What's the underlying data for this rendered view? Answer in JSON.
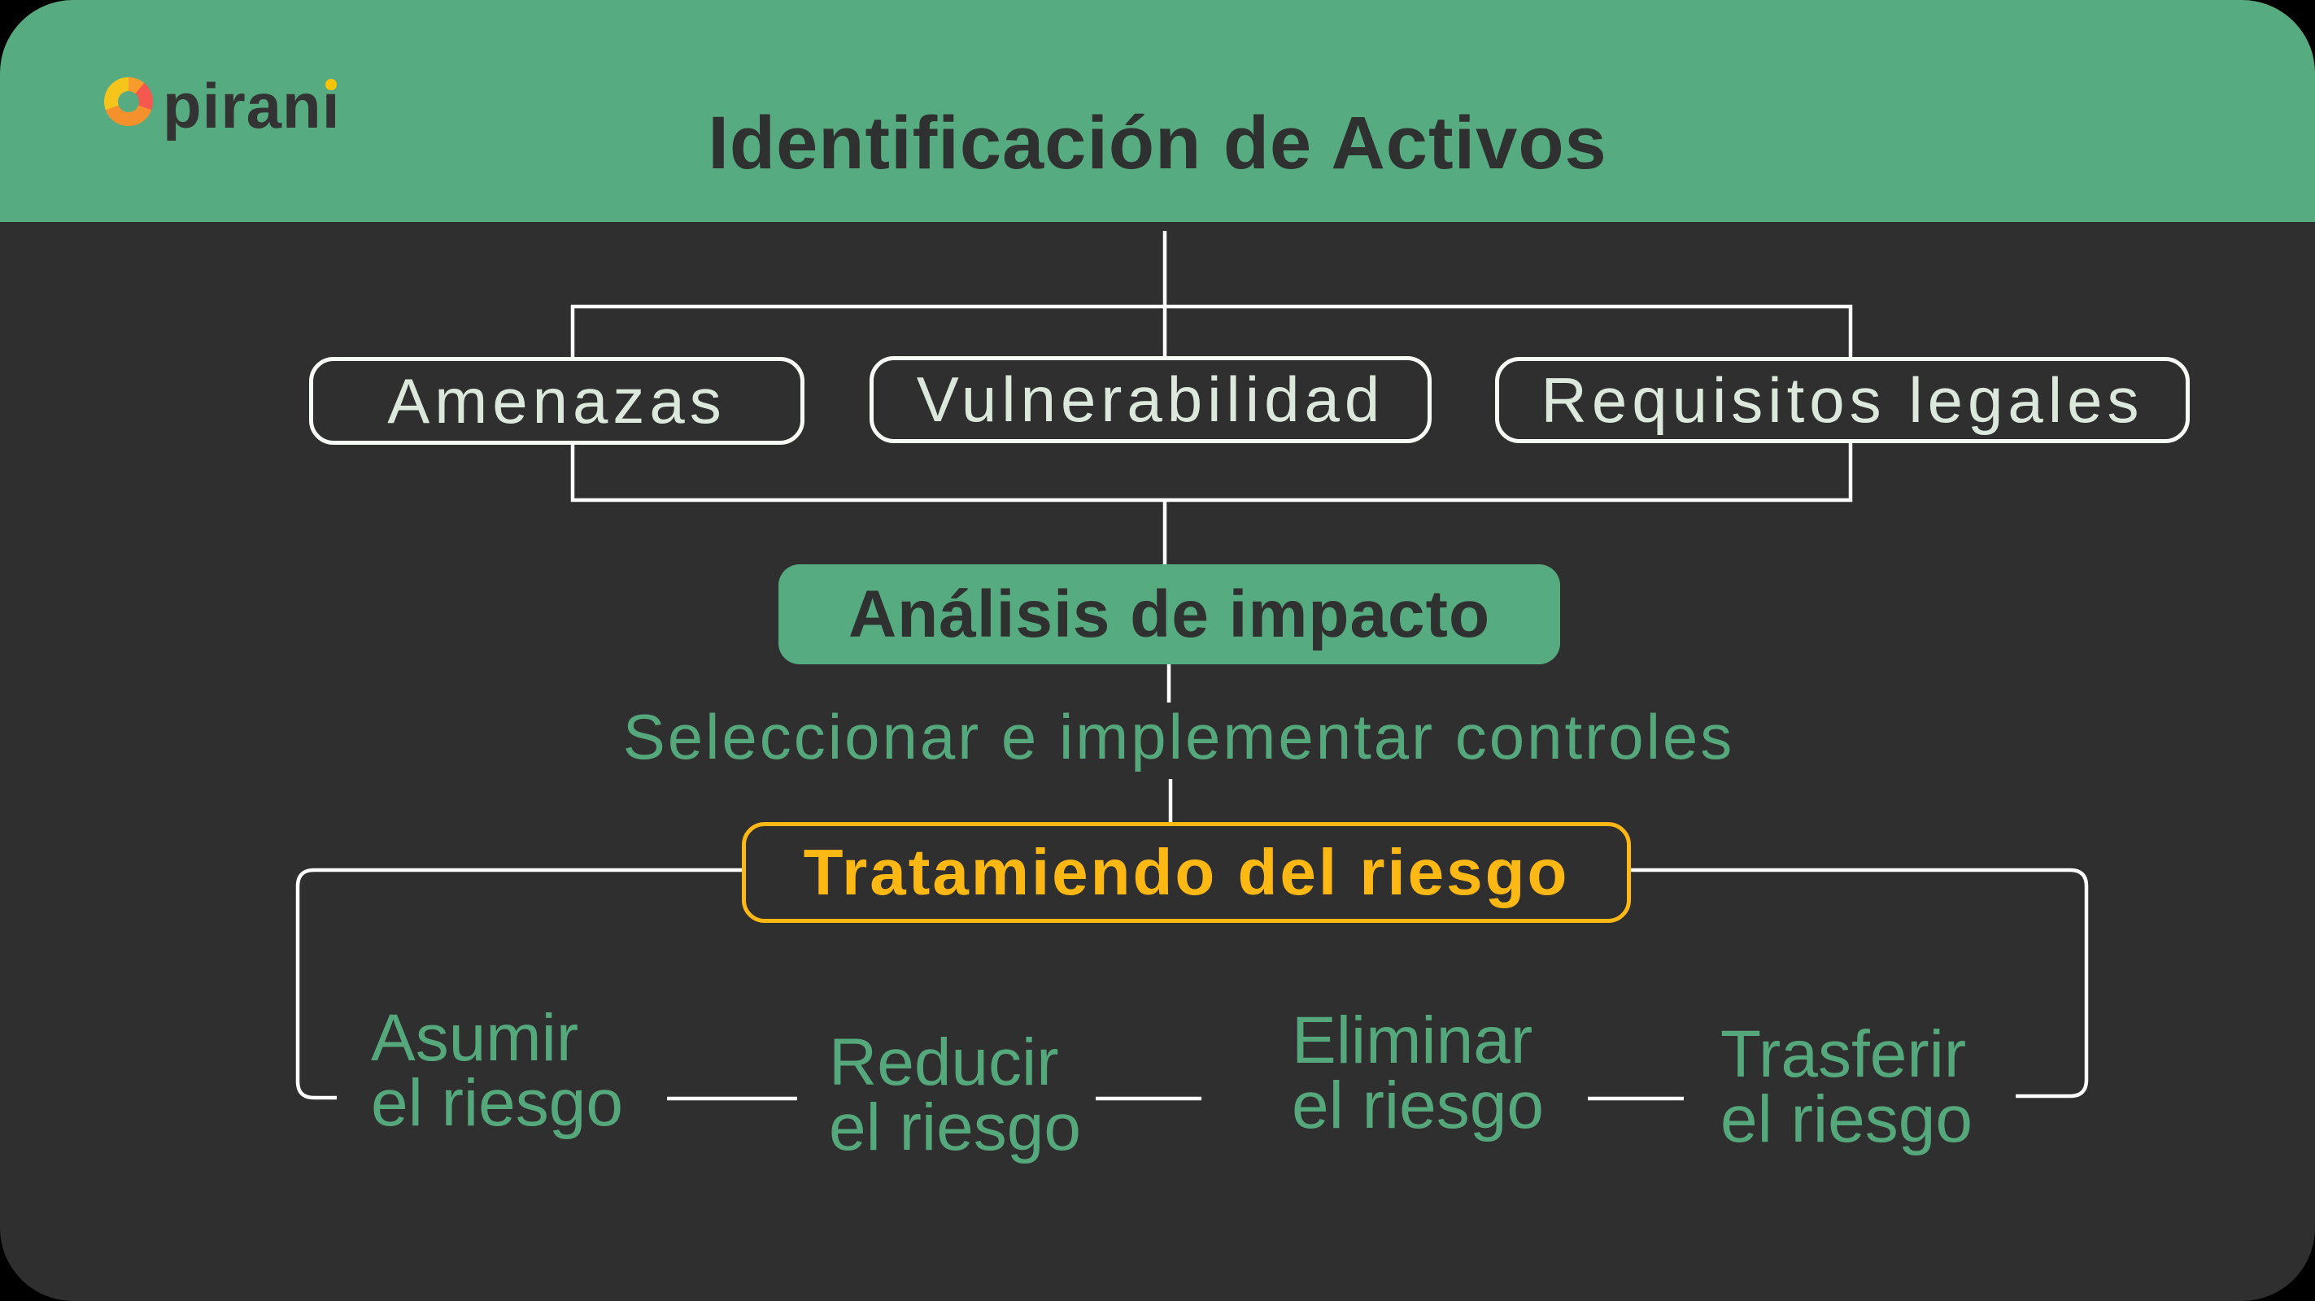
{
  "colors": {
    "outside_bg": "#000000",
    "card_bg": "#2f2f2f",
    "header_bg": "#57ab80",
    "brand_green": "#57ab80",
    "text_green": "#55a87c",
    "accent_yellow": "#fdb814",
    "pale_box_text": "#dde8dd",
    "box_border_white": "#f7faf5",
    "connector_white": "#ffffff",
    "dark_text": "#2f3130",
    "logo_orange": "#f5912c",
    "logo_red": "#f4584e",
    "logo_yellow": "#f6c51b",
    "logo_wordmark": "#333333"
  },
  "header": {
    "brand": {
      "wordmark": "pirani",
      "wordmark_prefix": "piran",
      "wordmark_dotless_i": "ı"
    },
    "title": "Identificación de Activos"
  },
  "factors": {
    "boxes": [
      {
        "label": "Amenazas"
      },
      {
        "label": "Vulnerabilidad"
      },
      {
        "label": "Requisitos legales"
      }
    ]
  },
  "impact": {
    "label": "Análisis de impacto"
  },
  "controls": {
    "label": "Seleccionar e implementar controles"
  },
  "treatment": {
    "label": "Tratamiendo del riesgo"
  },
  "options": [
    {
      "line1": "Asumir",
      "line2": "el riesgo"
    },
    {
      "line1": "Reducir",
      "line2": "el riesgo"
    },
    {
      "line1": "Eliminar",
      "line2": "el riesgo"
    },
    {
      "line1": "Trasferir",
      "line2": "el riesgo"
    }
  ]
}
